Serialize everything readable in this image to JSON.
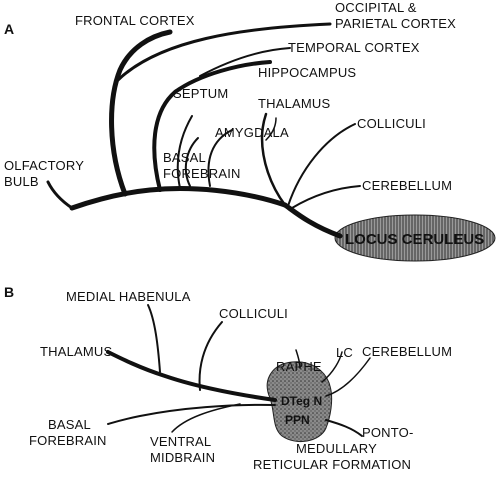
{
  "panelA": {
    "letter": "A",
    "labels": {
      "frontal": "FRONTAL CORTEX",
      "occipital1": "OCCIPITAL &",
      "occipital2": "PARIETAL CORTEX",
      "temporal": "TEMPORAL CORTEX",
      "hippocampus": "HIPPOCAMPUS",
      "septum": "SEPTUM",
      "thalamus": "THALAMUS",
      "amygdala": "AMYGDALA",
      "colliculi": "COLLICULI",
      "basal1": "BASAL",
      "basal2": "FOREBRAIN",
      "olfactory1": "OLFACTORY",
      "olfactory2": "BULB",
      "cerebellum": "CEREBELLUM",
      "locus": "LOCUS CERULEUS"
    }
  },
  "panelB": {
    "letter": "B",
    "labels": {
      "medialHab": "MEDIAL HABENULA",
      "colliculi": "COLLICULI",
      "thalamus": "THALAMUS",
      "raphe": "RAPHE",
      "lc": "LC",
      "cerebellum": "CEREBELLUM",
      "basal1": "BASAL",
      "basal2": "FOREBRAIN",
      "ventral1": "VENTRAL",
      "ventral2": "MIDBRAIN",
      "dteg": "DTeg N",
      "ppn": "PPN",
      "ponto1": "PONTO-",
      "ponto2": "MEDULLARY",
      "ponto3": "RETICULAR FORMATION"
    }
  }
}
